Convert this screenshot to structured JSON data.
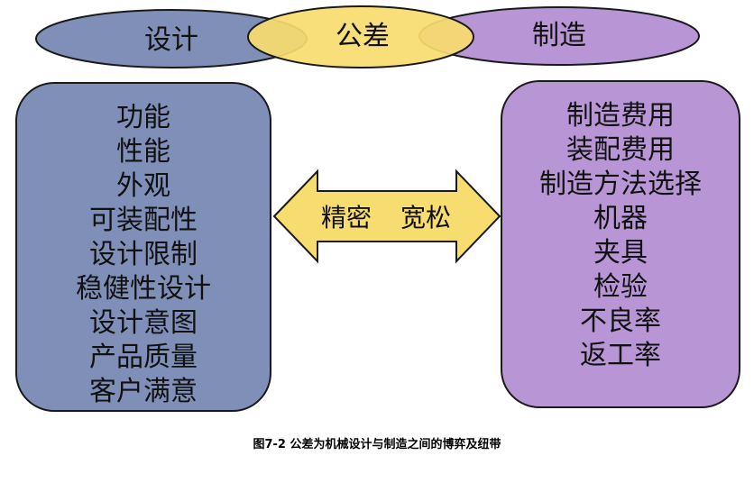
{
  "colors": {
    "design": "#7f8fb8",
    "tolerance": "#f7dc6f",
    "manufacture": "#b896d6",
    "arrow": "#f7dc6f",
    "outline": "#1a1a1a"
  },
  "top_stages": {
    "design": "设计",
    "tolerance": "公差",
    "manufacture": "制造"
  },
  "design_box": {
    "items": [
      "功能",
      "性能",
      "外观",
      "可装配性",
      "设计限制",
      "稳健性设计",
      "设计意图",
      "产品质量",
      "客户满意"
    ]
  },
  "arrow": {
    "label_left": "精密",
    "label_right": "宽松"
  },
  "manufacture_box": {
    "items": [
      "制造费用",
      "装配费用",
      "制造方法选择",
      "机器",
      "夹具",
      "检验",
      "不良率",
      "返工率"
    ]
  },
  "caption": "图7-2 公差为机械设计与制造之间的博弈及纽带"
}
